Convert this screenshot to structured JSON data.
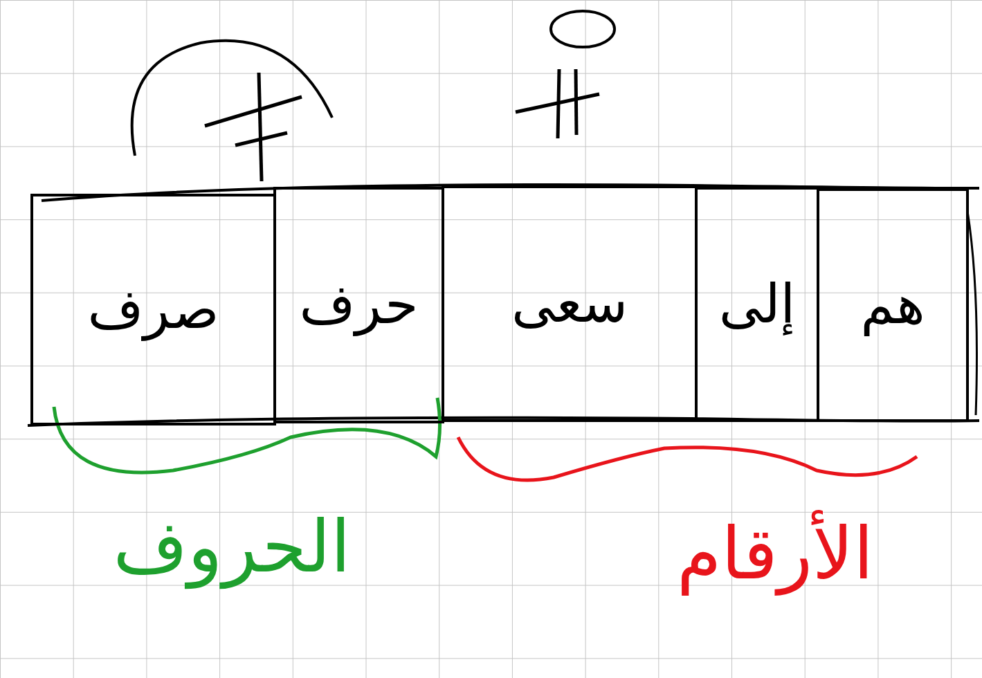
{
  "diagram": {
    "nodes": [
      {
        "text": [
          "هم"
        ]
      },
      {
        "text": [
          "إلى"
        ]
      },
      {
        "text": [
          "سعى"
        ]
      },
      {
        "text": [
          "حرف"
        ]
      },
      {
        "text": [
          "صرف"
        ]
      }
    ],
    "labels": [
      "الحروف",
      "الأرقام"
    ]
  }
}
